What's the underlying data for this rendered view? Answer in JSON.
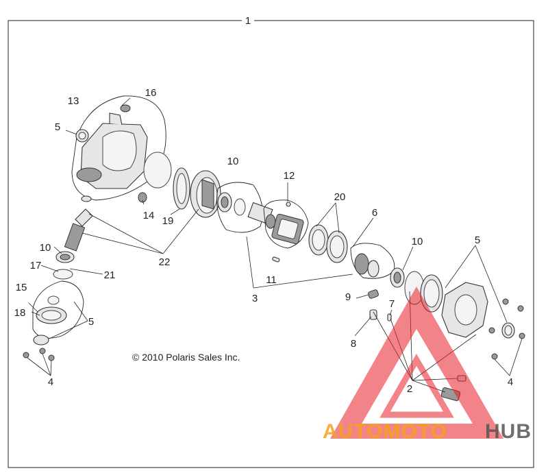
{
  "diagram": {
    "assembly_number": "1",
    "copyright": "© 2010 Polaris Sales Inc.",
    "callouts": {
      "c13": "13",
      "c16": "16",
      "c5a": "5",
      "c10a": "10",
      "c12": "12",
      "c20": "20",
      "c6": "6",
      "c10b": "10",
      "c5b": "5",
      "c14": "14",
      "c19": "19",
      "c22": "22",
      "c10c": "10",
      "c17": "17",
      "c21": "21",
      "c11": "11",
      "c3": "3",
      "c9": "9",
      "c7": "7",
      "c15": "15",
      "c18": "18",
      "c5c": "5",
      "c8": "8",
      "c4a": "4",
      "c2": "2",
      "c4b": "4"
    }
  },
  "watermark": {
    "brand_part1": "AUTOMOTO",
    "brand_part2": "HUB",
    "color_primary": "#f5a31a",
    "color_secondary": "#555555",
    "triangle_color": "#e8202a"
  }
}
